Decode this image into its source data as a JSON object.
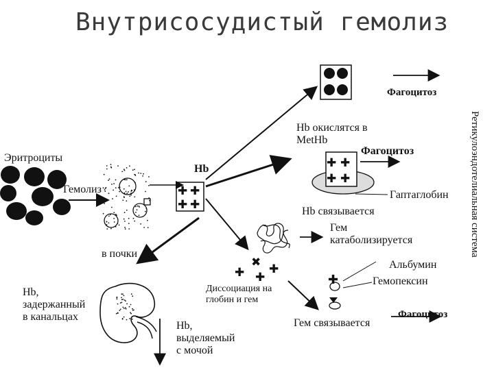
{
  "title": "Внутрисосудистый гемолиз",
  "labels": {
    "erythrocytes": "Эритроциты",
    "hemolysis": "Гемолиз",
    "hb": "Hb",
    "to_kidneys": "в почки",
    "hb_retained": "Hb,\nзадержанный\nв канальцах",
    "hb_excreted": "Hb,\nвыделяемый\nс мочой",
    "dissociation": "Диссоциация на\nглобин и гем",
    "hb_oxidized": "Hb окислятся в\nMetHb",
    "phagocytosis_top": "Фагоцитоз",
    "phagocytosis_mid": "Фагоцитоз",
    "phagocytosis_bottom": "Фагоцитоз",
    "haptoglobin": "Гаптаглобин",
    "hb_bound": "Hb связывается",
    "heme_catabolized": "Гем\nкатаболизируется",
    "albumin": "Альбумин",
    "hemopexin": "Гемопексин",
    "heme_bound": "Гем связывается",
    "res_vertical": "Ретикулоэндотелиальная система"
  },
  "colors": {
    "ink": "#111111",
    "title": "#3a3a3a",
    "blob": "#dddddd"
  }
}
